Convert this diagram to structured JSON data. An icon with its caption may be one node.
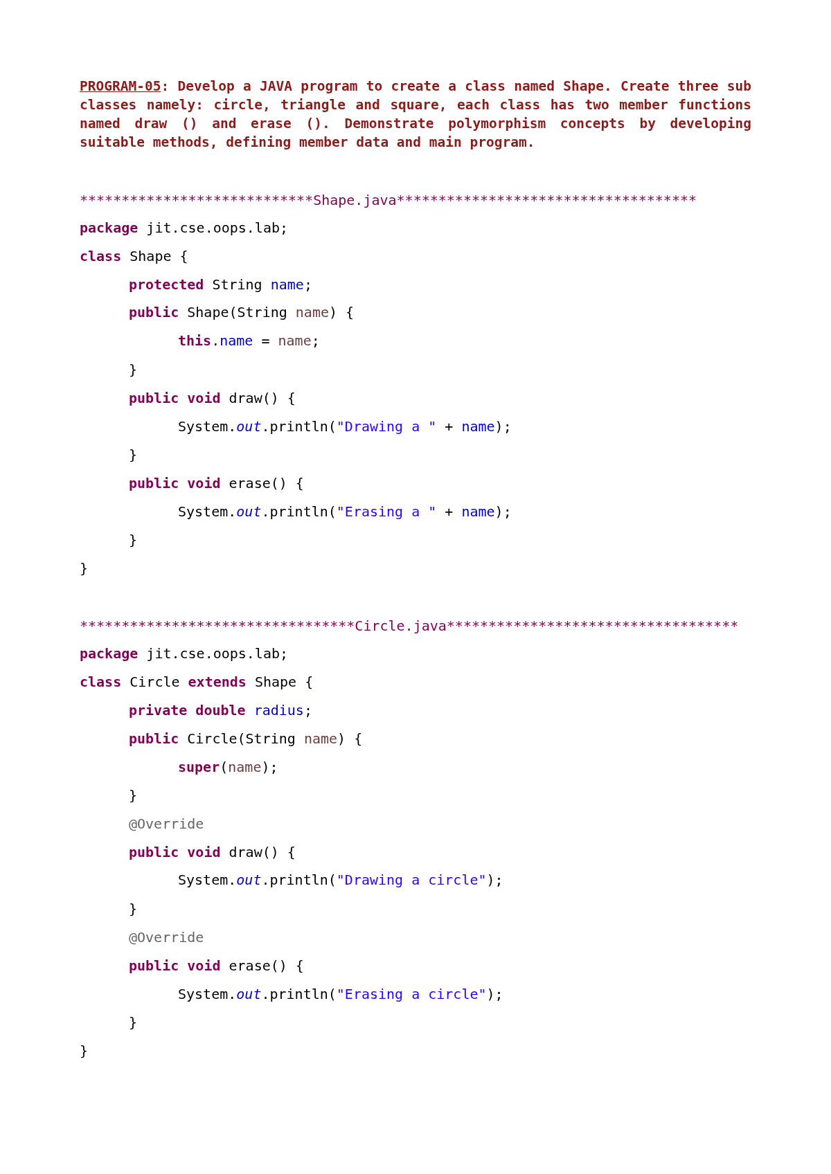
{
  "diagram": {
    "labels": [
      "PROGRAM-05: Develop a JAVA program to create a class named Shape. Create three sub classes namely: circle, triangle and square, each class has two member functions named draw () and erase (). Demonstrate polymorphism concepts by developing suitable methods, defining member data and main program.",
      "****************************Shape.java************************************",
      "package jit.cse.oops.lab;",
      "class Shape {",
      "protected String name;",
      "public Shape(String name) {",
      "this.name = name;",
      "}",
      "public void draw() {",
      "System.out.println(\"Drawing a \" + name);",
      "}",
      "public void erase() {",
      "System.out.println(\"Erasing a \" + name);",
      "}",
      "}",
      "*********************************Circle.java***********************************",
      "package jit.cse.oops.lab;",
      "class Circle extends Shape {",
      "private double radius;",
      "public Circle(String name) {",
      "super(name);",
      "}",
      "@Override",
      "public void draw() {",
      "System.out.println(\"Drawing a circle\");",
      "}",
      "@Override",
      "public void erase() {",
      "System.out.println(\"Erasing a circle\");",
      "}",
      "}"
    ]
  }
}
